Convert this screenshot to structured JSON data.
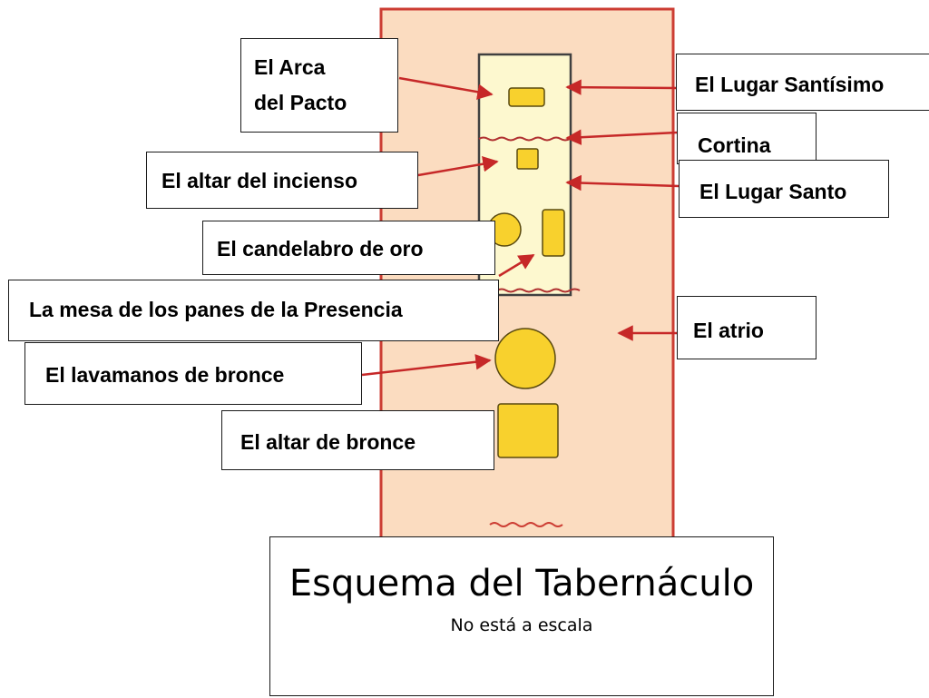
{
  "colors": {
    "court_fill": "#fbdcc0",
    "court_border": "#cc3d33",
    "tent_fill": "#fdf8cf",
    "tent_border": "#404040",
    "furniture_fill": "#f8d12d",
    "furniture_border": "#5a4a10",
    "arrow": "#c62828"
  },
  "labels": {
    "arca_line1": "El Arca",
    "arca_line2": "del Pacto",
    "lugar_santisimo": "El Lugar Santísimo",
    "cortina": "Cortina",
    "altar_incienso": "El altar del incienso",
    "lugar_santo": "El Lugar Santo",
    "candelabro": "El candelabro de oro",
    "mesa_panes": "La mesa de los panes de la Presencia",
    "atrio": "El atrio",
    "lavamanos": "El lavamanos de bronce",
    "altar_bronce": "El altar de bronce"
  },
  "title": {
    "main": "Esquema del Tabernáculo",
    "note": "No está a escala"
  }
}
